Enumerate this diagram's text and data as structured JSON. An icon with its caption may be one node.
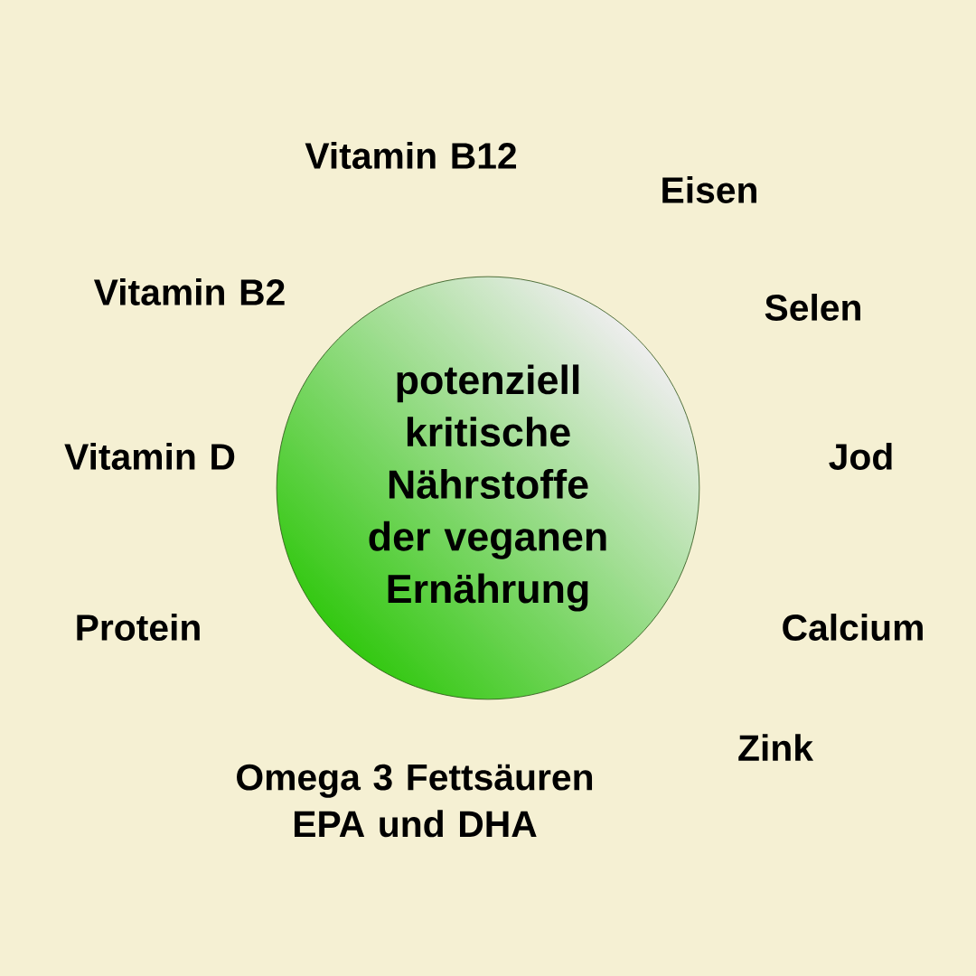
{
  "diagram": {
    "nodes": [
      {
        "text": [
          "potenziell kritische Nährstoffe der veganen Ernährung"
        ]
      }
    ],
    "edges": [],
    "labels": [
      "Vitamin B12",
      "Eisen",
      "Vitamin B2",
      "Selen",
      "Vitamin D",
      "Jod",
      "Protein",
      "Calcium",
      "Zink",
      "Omega 3 Fettsäuren EPA und DHA"
    ]
  }
}
